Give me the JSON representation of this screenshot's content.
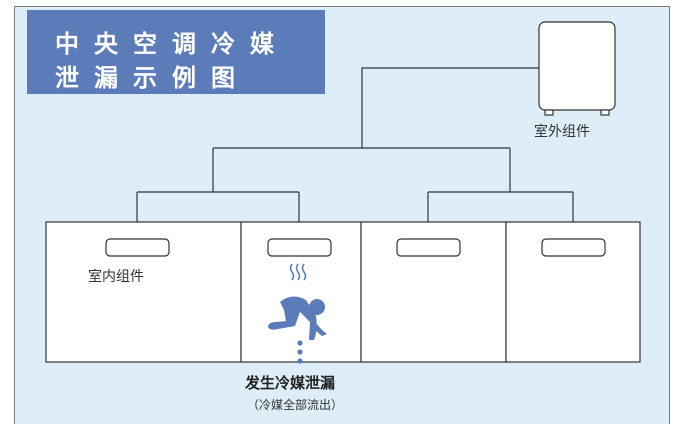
{
  "title": {
    "line1": "中央空调冷媒",
    "line2": "泄漏示例图"
  },
  "labels": {
    "outdoor_unit": "室外组件",
    "indoor_unit": "室内组件",
    "leak_title": "发生冷媒泄漏",
    "leak_note": "（冷媒全部流出）"
  },
  "colors": {
    "background": "#ddeef8",
    "title_box": "#5b7cb9",
    "accent": "#5b7cb9",
    "line": "#333333"
  },
  "icons": {
    "vapor": "wavy-vapor-icon",
    "person": "crawling-person-icon",
    "drip": "dripping-dots-icon"
  }
}
